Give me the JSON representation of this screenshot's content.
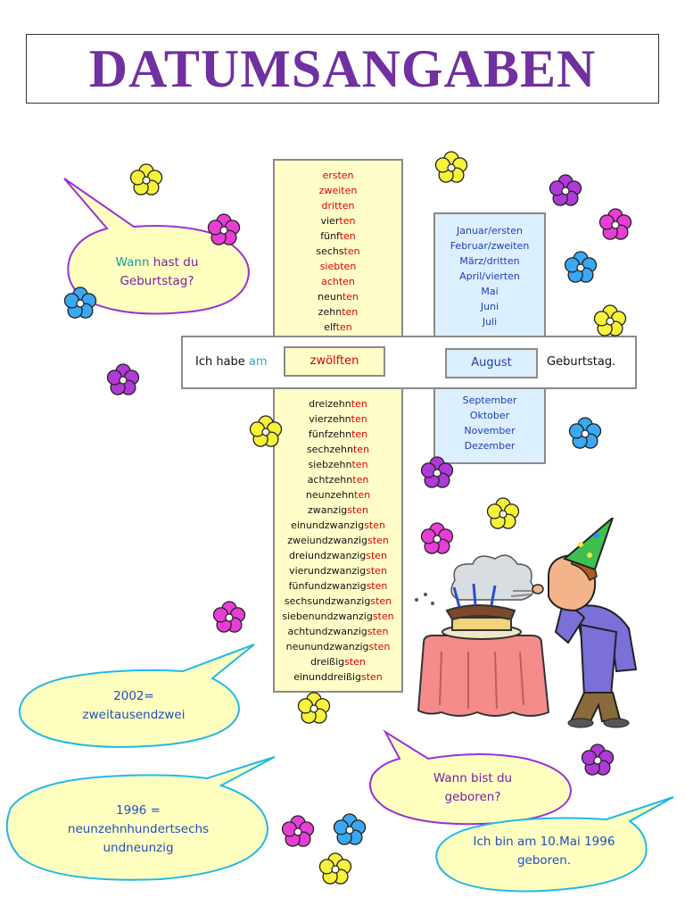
{
  "title": "DATUMSANGABEN",
  "ordinals_top": [
    {
      "stem": "",
      "suffix": "ersten"
    },
    {
      "stem": "",
      "suffix": "zweiten"
    },
    {
      "stem": "",
      "suffix": "dritten"
    },
    {
      "stem": "vier",
      "suffix": "ten"
    },
    {
      "stem": "fünf",
      "suffix": "ten"
    },
    {
      "stem": "sechs",
      "suffix": "ten"
    },
    {
      "stem": "",
      "suffix": "siebten"
    },
    {
      "stem": "",
      "suffix": "achten"
    },
    {
      "stem": "neun",
      "suffix": "ten"
    },
    {
      "stem": "zehn",
      "suffix": "ten"
    },
    {
      "stem": "elf",
      "suffix": "ten"
    }
  ],
  "ordinals_bottom": [
    {
      "stem": "dreizehn",
      "suffix": "ten"
    },
    {
      "stem": "vierzehn",
      "suffix": "ten"
    },
    {
      "stem": "fünfzehn",
      "suffix": "ten"
    },
    {
      "stem": "sechzehn",
      "suffix": "ten"
    },
    {
      "stem": "siebzehn",
      "suffix": "ten"
    },
    {
      "stem": "achtzehn",
      "suffix": "ten"
    },
    {
      "stem": "neunzehn",
      "suffix": "ten"
    },
    {
      "stem": "zwanzig",
      "suffix": "sten"
    },
    {
      "stem": "einundzwanzig",
      "suffix": "sten"
    },
    {
      "stem": "zweiundzwanzig",
      "suffix": "sten"
    },
    {
      "stem": "dreiundzwanzig",
      "suffix": "sten"
    },
    {
      "stem": "vierundzwanzig",
      "suffix": "sten"
    },
    {
      "stem": "fünfundzwanzig",
      "suffix": "sten"
    },
    {
      "stem": "sechsundzwanzig",
      "suffix": "sten"
    },
    {
      "stem": "siebenundzwanzig",
      "suffix": "sten"
    },
    {
      "stem": "achtundzwanzig",
      "suffix": "sten"
    },
    {
      "stem": "neunundzwanzig",
      "suffix": "sten"
    },
    {
      "stem": "dreißig",
      "suffix": "sten"
    },
    {
      "stem": "einunddreißig",
      "suffix": "sten"
    }
  ],
  "months_top": [
    "Januar/ersten",
    "Februar/zweiten",
    "März/dritten",
    "April/vierten",
    "Mai",
    "Juni",
    "Juli"
  ],
  "months_bottom": [
    "September",
    "Oktober",
    "November",
    "Dezember"
  ],
  "sentence": {
    "start": "Ich habe",
    "am": "am",
    "day": "zwölften",
    "month": "August",
    "end": "Geburtstag."
  },
  "bubbles": {
    "wann_hast": {
      "line1_a": "Wann",
      "line1_b": "hast du",
      "line2": "Geburtstag?"
    },
    "year_2002": {
      "line1": "2002=",
      "line2": "zweitausendzwei"
    },
    "year_1996": {
      "line1": "1996 =",
      "line2": "neunzehnhundertsechs",
      "line3": "undneunzig"
    },
    "wann_bist": {
      "line1": "Wann bist du",
      "line2": "geboren?"
    },
    "answer": {
      "line1": "Ich bin am 10.Mai 1996",
      "line2": "geboren."
    }
  },
  "colors": {
    "title": "#7030a0",
    "ordinal_suffix": "#e00000",
    "ordinal_bg": "#fffdc8",
    "month_text": "#1f3fae",
    "month_bg": "#dcefff",
    "bubble_fill": "#ffffc0",
    "bubble_purple_border": "#9b30d9",
    "bubble_cyan_border": "#22b8e8",
    "bubble_text_blue": "#1f4fbf",
    "bubble_text_purple": "#7a1fa0",
    "bubble_text_teal": "#1a9a9a"
  },
  "flower_icons": [
    "yellow-flower-icon",
    "magenta-flower-icon",
    "purple-flower-icon",
    "blue-flower-icon"
  ],
  "illustration": "birthday-man-blowing-candles-illustration"
}
